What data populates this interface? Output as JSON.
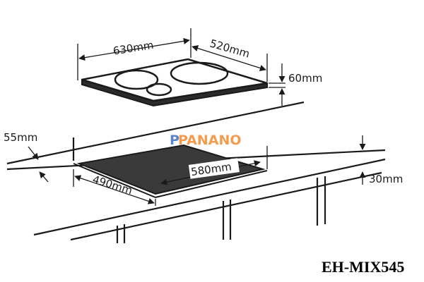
{
  "dimensions": {
    "hob_width": "630mm",
    "hob_depth": "520mm",
    "hob_height": "60mm",
    "counter_margin": "55mm",
    "cutout_width": "580mm",
    "cutout_depth": "490mm",
    "edge_clearance": "30mm"
  },
  "model": "EH-MIX545",
  "watermark": {
    "prefix": "P",
    "text": "PANANO"
  },
  "colors": {
    "line": "#1a1a1a",
    "glass": "#2b2b2b",
    "watermark": "#f28a2e"
  }
}
